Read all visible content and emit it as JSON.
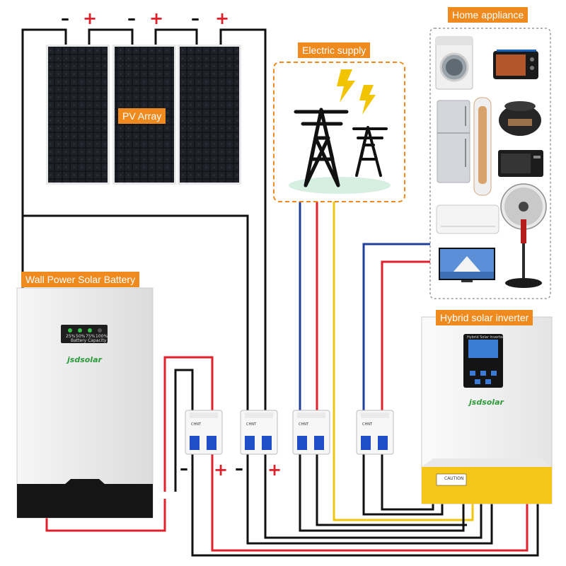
{
  "labels": {
    "home_appliance": "Home appliance",
    "electric_supply": "Electric supply",
    "pv_array": "PV Array",
    "wall_battery": "Wall Power Solar Battery",
    "hybrid_inverter": "Hybrid solar inverter"
  },
  "terminals": {
    "pv": [
      "–",
      "+",
      "–",
      "+",
      "–",
      "+"
    ],
    "battery_side": [
      "–",
      "+",
      "–",
      "+"
    ]
  },
  "battery": {
    "brand": "jsdsolar",
    "capacity_label": "Battery Capacity",
    "levels": [
      "25%",
      "50%",
      "75%",
      "100%"
    ]
  },
  "inverter": {
    "brand": "jsdsolar",
    "screen_title": "Hybrid Solar Inverter",
    "caution": "CAUTION"
  },
  "breaker_brand": "CHNT",
  "appliances": [
    "washing-machine",
    "toaster-oven",
    "refrigerator",
    "tower-air-conditioner",
    "rice-cooker",
    "microwave",
    "wall-air-conditioner",
    "standing-fan",
    "television"
  ],
  "colors": {
    "label_bg": "#ef8a1e",
    "wire_red": "#e0202a",
    "wire_blue": "#1f3f9c",
    "wire_black": "#111111",
    "wire_yellow": "#f1c40f",
    "inverter_accent": "#f5c518"
  }
}
